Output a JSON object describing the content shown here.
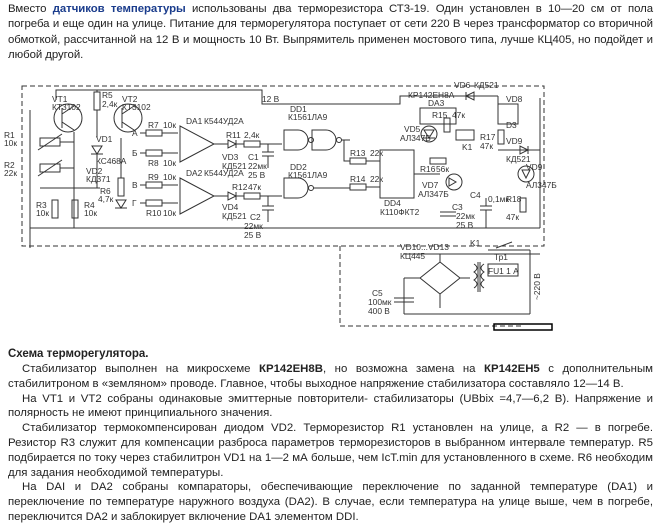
{
  "intro": {
    "t1": "Вместо ",
    "t1_bold": "датчиков температуры",
    "t2": " использованы два терморезистора СТ3-19. Один установлен в 10—20 см от пола погреба и еще один на улице. Питание для терморегулятора поступает от сети 220 В через трансформатор со вторичной обмоткой, рассчитанной на 12 В и мощность 10 Вт. Выпрямитель применен мостового типа, лучше КЦ405, но подойдет и любой другой."
  },
  "schematic": {
    "labels": {
      "vt1": "VT1",
      "vt1_type": "КТ3102",
      "vt2": "VT2",
      "vt2_type": "КТ3102",
      "r5": "R5",
      "r5_val": "2,4к",
      "vd1": "VD1",
      "vd1_type": "КС468А",
      "vd2": "VD2",
      "vd2_type": "КД371",
      "r1": "R1",
      "r1_val": "10к",
      "r2": "R2",
      "r2_val": "22к",
      "r3": "R3",
      "r3_val": "10к",
      "r4": "R4",
      "r4_val": "10к",
      "r6": "R6",
      "r6_val": "4,7к",
      "r7": "R7",
      "r7_val": "10к",
      "r8": "R8",
      "r8_val": "10к",
      "r9": "R9",
      "r9_val": "10к",
      "r10": "R10",
      "r10_val": "10к",
      "da1": "DA1",
      "da1_type": "К544УД2А",
      "da2": "DA2",
      "da2_type": "К544УД2А",
      "r11": "R11",
      "r11_val": "2,4к",
      "r12": "R12",
      "r12_val": "47к",
      "vd3": "VD3",
      "vd3_type": "КД521",
      "vd4": "VD4",
      "vd4_type": "КД521",
      "c1": "C1",
      "c1_val": "22мк",
      "c1_v": "25 В",
      "c2": "C2",
      "c2_val": "22мк",
      "c2_v": "25 В",
      "dd1": "DD1",
      "dd1_type": "К1561ЛА9",
      "dd2": "DD2",
      "dd2_type": "К1561ЛА9",
      "r13": "R13",
      "r13_val": "22к",
      "r14": "R14",
      "r14_val": "22к",
      "dd4": "DD4",
      "dd4_type": "К110ФКТ2",
      "v12": "12 В",
      "da3": "DA3",
      "da3_type": "КР142ЕН8А",
      "r15": "R15",
      "r15_val": "47к",
      "vd5": "VD5",
      "vd5_type": "АЛ347Б",
      "k1": "K1",
      "r16": "R16",
      "r16_val": "56к",
      "vd6": "VD6",
      "vd6_type": "КД521",
      "r17": "R17",
      "r17_val": "47к",
      "vd7": "VD7",
      "vd7_type": "АЛ347Б",
      "vd8": "VD8",
      "d3": "D3",
      "c3": "C3",
      "c3_val": "22мк",
      "c3_v": "25 В",
      "c4": "C4",
      "c4_val": "0,1мк",
      "vd9": "VD9",
      "vd9_type": "КД521",
      "vd9b": "VD9",
      "vd9b_type": "АЛ347Б",
      "r18": "R18",
      "r18_val": "47к",
      "vd10": "VD10...VD13",
      "vd10_type": "КЦ445",
      "tr1": "Тр1",
      "fu1": "FU1 1 А",
      "k1b": "K1",
      "c5": "C5",
      "c5_val": "100мк",
      "c5_v": "400 В",
      "mains": "~220 В",
      "a": "А",
      "b": "Б",
      "v": "В",
      "g": "Г"
    }
  },
  "section": {
    "heading": "Схема терморегулятора.",
    "p1a": "Стабилизатор выполнен на микросхеме ",
    "p1b": "КР142ЕН8В",
    "p1c": ", но возможна замена на ",
    "p1d": "КР142ЕН5",
    "p1e": " с дополнительным стабилитроном в «земляном» проводе. Главное, чтобы выходное напряжение стабилизатора составляло 12—14 В.",
    "p2": "На VT1 и VT2 собраны одинаковые эмиттерные повторители- стабилизаторы (UBbix =4,7—6,2 В). Напряжение и полярность не имеют принципиального значения.",
    "p3": "Стабилизатор термокомпенсирован диодом VD2. Терморезистор R1 установлен на улице, а R2 — в погребе. Резистор R3 служит для компенсации разброса параметров терморезисторов в выбранном интервале температур. R5 подбирается по току через стабилитрон VD1 на 1—2 мА больше, чем IcT.min для установленного в схеме. R6 необходим для задания необходимой температуры.",
    "p4": "На DAI и DA2 собраны компараторы, обеспечивающие переключение по заданной температуре (DA1) и переключение по температуре наружного воздуха (DA2). В случае, если температура на улице выше, чем в погребе, переключится DA2 и заблокирует включение DA1 элементом DDI."
  }
}
